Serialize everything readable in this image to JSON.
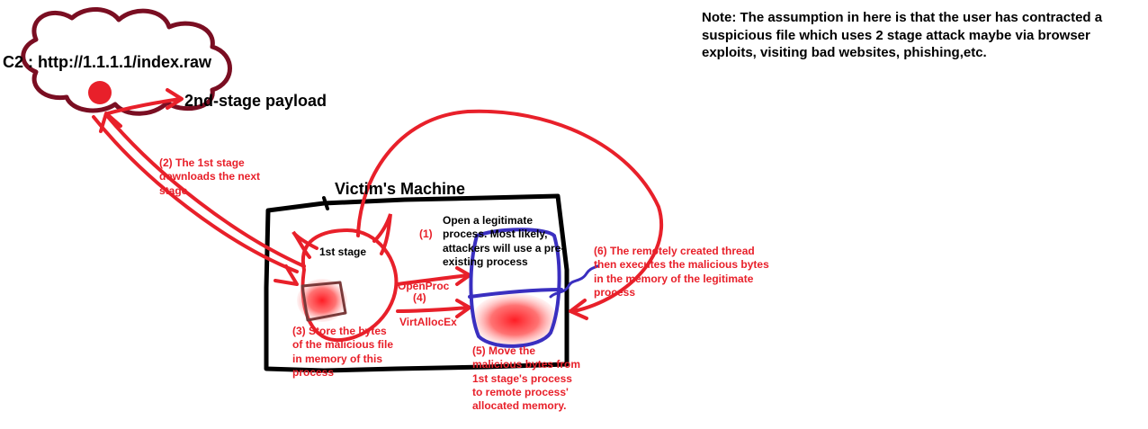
{
  "note": "Note: The assumption in here is that the user has contracted a\nsuspicious file which uses 2 stage attack maybe via browser\nexploits, visiting bad websites, phishing,etc.",
  "c2_label": "C2 : http://1.1.1.1/index.raw",
  "payload_label": "2nd-stage payload",
  "machine_label": "Victim's Machine",
  "first_stage_label": "1st stage",
  "steps": {
    "s1_num": "(1)",
    "s1_text": "Open   a legitimate\nprocess. Most likely,\nattackers will use a pre-\nexisting process",
    "s2": "(2) The 1st stage\ndownloads the next\nstage.",
    "s3": "(3) Store the bytes\nof the malicious file\nin memory of this\nprocess",
    "s4_top": "OpenProc",
    "s4_num": "(4)",
    "s4_bottom": "VirtAllocEx",
    "s5": "(5) Move the\nmalicious bytes from\n1st stage's process\nto remote process'\nallocated memory.",
    "s6": "(6) The remotely created thread\nthen executes the malicious bytes\nin the memory of the legitimate\nprocess"
  },
  "colors": {
    "red": "#e8202a",
    "dark_red": "#7a0e22",
    "blue": "#3a2fc0",
    "black": "#000000"
  }
}
